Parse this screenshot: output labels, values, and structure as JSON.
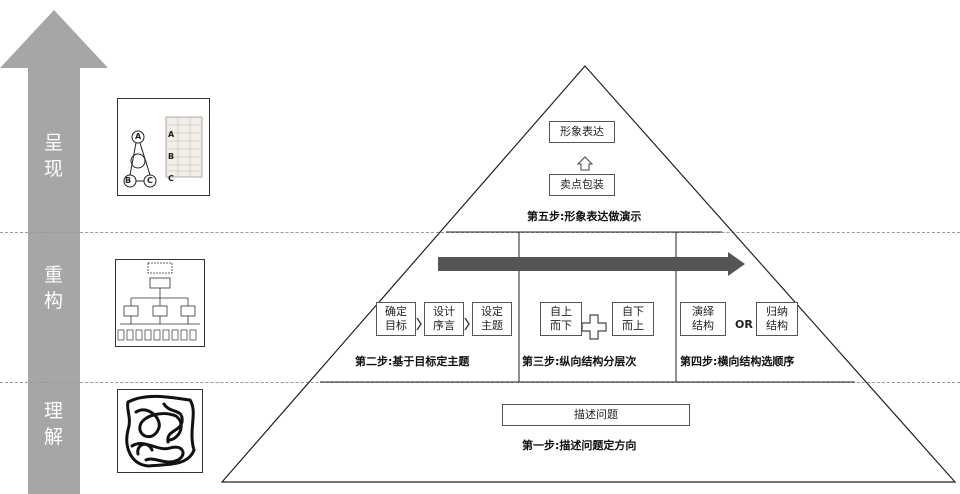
{
  "arrow": {
    "color": "#a6a6a6",
    "labels": [
      "呈\n现",
      "重\n构",
      "理\n解"
    ]
  },
  "top": {
    "box1": "形象表达",
    "box2": "卖点包装",
    "step": "第五步:形象表达做演示"
  },
  "middle": {
    "left_boxes": [
      "确定\n目标",
      "设计\n序言",
      "设定\n主题"
    ],
    "left_step": "第二步:基于目标定主题",
    "center_boxes": [
      "自上\n而下",
      "自下\n而上"
    ],
    "center_step": "第三步:纵向结构分层次",
    "right_boxes": [
      "演绎\n结构",
      "归纳\n结构"
    ],
    "or_label": "OR",
    "right_step": "第四步:横向结构选顺序"
  },
  "bottom": {
    "box": "描述问题",
    "step": "第一步:描述问题定方向"
  },
  "thumbs": {
    "top_letters": [
      "A",
      "B",
      "C"
    ],
    "top_node_letters": [
      "A",
      "B",
      "C"
    ]
  }
}
